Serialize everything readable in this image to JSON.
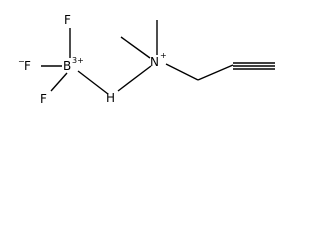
{
  "molecule": {
    "atoms": {
      "f_top": "F",
      "f_left": "F",
      "f_left_charge": "−",
      "f_bottom": "F",
      "boron": "B",
      "boron_charge": "3+",
      "carbon_h": "H",
      "nitrogen": "N",
      "nitrogen_charge": "+"
    }
  }
}
